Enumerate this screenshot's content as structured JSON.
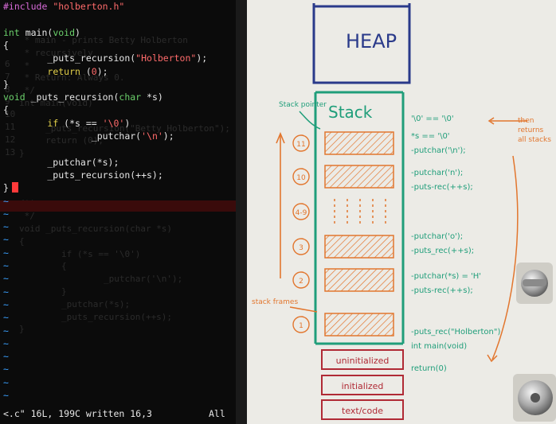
{
  "editor": {
    "lines": [
      [
        {
          "t": "#include ",
          "c": "pre"
        },
        {
          "t": "\"holberton.h\"",
          "c": "str"
        }
      ],
      [],
      [
        {
          "t": "int",
          "c": "ty"
        },
        {
          "t": " main("
        },
        {
          "t": "void",
          "c": "ty"
        },
        {
          "t": ")"
        }
      ],
      [
        {
          "t": "{"
        }
      ],
      [
        {
          "t": "        _puts_recursion("
        },
        {
          "t": "\"Holberton\"",
          "c": "str"
        },
        {
          "t": ");"
        }
      ],
      [
        {
          "t": "        "
        },
        {
          "t": "return",
          "c": "kw"
        },
        {
          "t": " ("
        },
        {
          "t": "0",
          "c": "num"
        },
        {
          "t": ");"
        }
      ],
      [
        {
          "t": "}"
        }
      ],
      [
        {
          "t": "void",
          "c": "ty"
        },
        {
          "t": " _puts_recursion("
        },
        {
          "t": "char",
          "c": "ty"
        },
        {
          "t": " *s)"
        }
      ],
      [
        {
          "t": "{"
        }
      ],
      [
        {
          "t": "        "
        },
        {
          "t": "if",
          "c": "kw"
        },
        {
          "t": " (*s == "
        },
        {
          "t": "'\\0'",
          "c": "str"
        },
        {
          "t": ")"
        }
      ],
      [
        {
          "t": "                _putchar("
        },
        {
          "t": "'\\n'",
          "c": "str"
        },
        {
          "t": ");"
        }
      ],
      [],
      [
        {
          "t": "        _putchar(*s);"
        }
      ],
      [
        {
          "t": "        _puts_recursion(++s);"
        }
      ],
      [
        {
          "t": "}"
        }
      ]
    ],
    "tilde": "~",
    "tilde_count": 16,
    "status_left": "<.c\" 16L, 199C written 16,3",
    "status_right": "All",
    "colors": {
      "background": "#0b0b0b",
      "preproc": "#d86bd9",
      "string": "#ff6b6b",
      "keyword": "#e3d04a",
      "type": "#6bd06b",
      "tilde": "#3aa0ff",
      "cursor": "#ff3a3a"
    }
  },
  "ghost_text": [
    " * main - prints Betty Holberton",
    " * recursively",
    " *",
    " * Return: Always 0.",
    " */",
    "int main(void)",
    "",
    "     _puts_recursion(\"Betty Holberton\");",
    "     return (0);",
    "}",
    "",
    "",
    "",
    "/**",
    " */",
    "void _puts_recursion(char *s)",
    "{",
    "        if (*s == '\\0')",
    "        {",
    "                _putchar('\\n');",
    "        }",
    "        _putchar(*s);",
    "        _puts_recursion(++s);",
    "}"
  ],
  "ghost_numbers": [
    "6",
    "7",
    "8",
    "9",
    "10",
    "11",
    "12",
    "13"
  ],
  "whiteboard": {
    "heap": "HEAP",
    "stack": "Stack",
    "stack_pointer": "Stack pointer",
    "stack_frames": "stack frames",
    "frame_labels": [
      "11",
      "10",
      "4-9",
      "3",
      "2",
      "1"
    ],
    "right_notes": [
      "'\\0' == '\\0'",
      "*s == '\\0'",
      "-putchar('\\n');",
      "-putchar('n');",
      "-puts-rec(++s);",
      "-putchar('o');",
      "-puts_rec(++s);",
      "-putchar(*s) = 'H'",
      "-puts-rec(++s);",
      "-puts_rec(\"Holberton\")",
      "int main(void)",
      "return(0)"
    ],
    "then_note": [
      "then",
      "returns",
      "all stacks"
    ],
    "segments": [
      "uninitialized",
      "initialized",
      "text/code"
    ],
    "colors": {
      "heap": "#2a3a8a",
      "stack": "#1f9e7a",
      "orange": "#e2762e",
      "red": "#b02a35",
      "board": "#f3f2ee"
    }
  }
}
